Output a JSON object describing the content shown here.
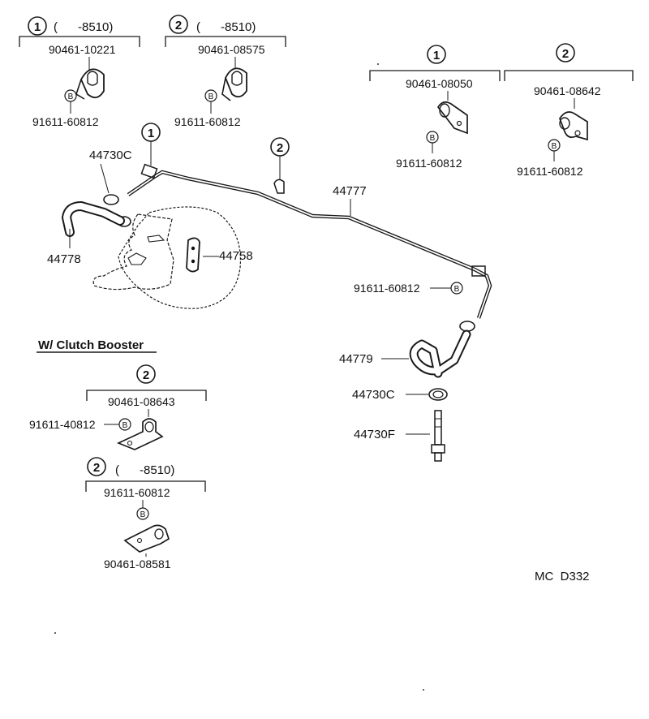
{
  "groups": [
    {
      "circle": "1",
      "range": "(      -8510)",
      "part": "90461-10221",
      "bolt_mark": "B",
      "bolt": "91611-60812"
    },
    {
      "circle": "2",
      "range": "(      -8510)",
      "part": "90461-08575",
      "bolt_mark": "B",
      "bolt": "91611-60812"
    },
    {
      "circle": "1",
      "part": "90461-08050",
      "bolt_mark": "B",
      "bolt": "91611-60812"
    },
    {
      "circle": "2",
      "part": "90461-08642",
      "bolt_mark": "B",
      "bolt": "91611-60812"
    }
  ],
  "main": {
    "circle1": "1",
    "circle2": "2",
    "hose_clamp": "44730C",
    "hose": "44778",
    "tube": "44777",
    "booster": "44758",
    "bolt_label": "91611-60812",
    "bolt_mark": "B",
    "hose2": "44779",
    "clamp2": "44730C",
    "check_valve": "44730F"
  },
  "clutch": {
    "title": "W/ Clutch Booster",
    "g1_circle": "2",
    "g1_part": "90461-08643",
    "g1_bolt": "91611-40812",
    "g1_bolt_mark": "B",
    "g2_circle": "2",
    "g2_range": "(      -8510)",
    "g2_bolt": "91611-60812",
    "g2_bolt_mark": "B",
    "g2_part": "90461-08581"
  },
  "code": "MC  D332"
}
